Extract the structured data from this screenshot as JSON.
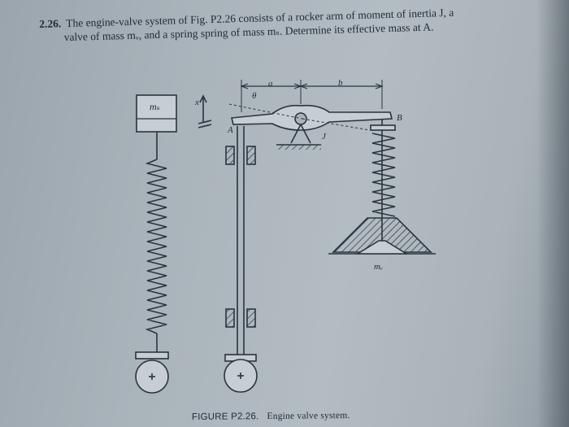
{
  "problem": {
    "number": "2.26.",
    "line1": "The engine-valve system of Fig. P2.26 consists of a rocker arm of moment of inertia J, a",
    "line2": "valve of mass mᵥ, and a spring spring of mass mₛ. Determine its effective mass at A."
  },
  "figure": {
    "label": "FIGURE P2.26.",
    "caption": "Engine valve system.",
    "labels": {
      "ms": "mₛ",
      "x": "x",
      "theta": "θ",
      "a": "a",
      "b": "b",
      "A": "A",
      "B": "B",
      "J": "J",
      "mv": "mᵥ"
    }
  }
}
